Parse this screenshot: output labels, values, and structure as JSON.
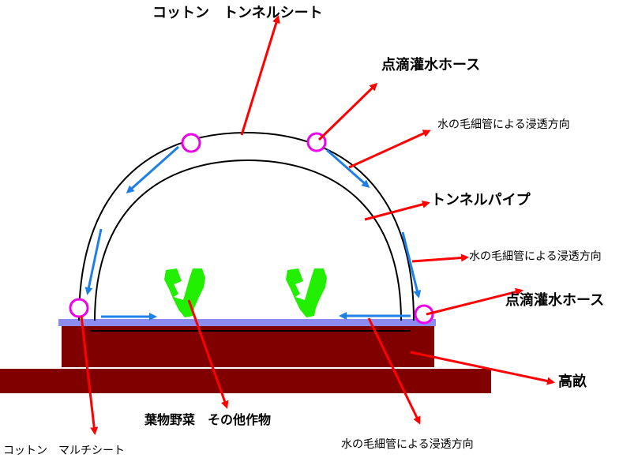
{
  "labels": {
    "tunnel_sheet": "コットン　トンネルシート",
    "drip_hose_top": "点滴灌水ホース",
    "capillary_1": "水の毛細管による浸透方向",
    "tunnel_pipe": "トンネルパイプ",
    "capillary_2": "水の毛細管による浸透方向",
    "drip_hose_right": "点滴灌水ホース",
    "raised_bed": "高畝",
    "crops": "葉物野菜　その他作物",
    "capillary_3": "水の毛細管による浸透方向",
    "mulch_sheet": "コットン　マルチシート"
  },
  "colors": {
    "pointer": "#ff0000",
    "flow": "#1e7fe6",
    "hose": "#ee00ee",
    "bed": "#800000",
    "sheet": "#8c8cf0",
    "plant": "#22ee00"
  }
}
